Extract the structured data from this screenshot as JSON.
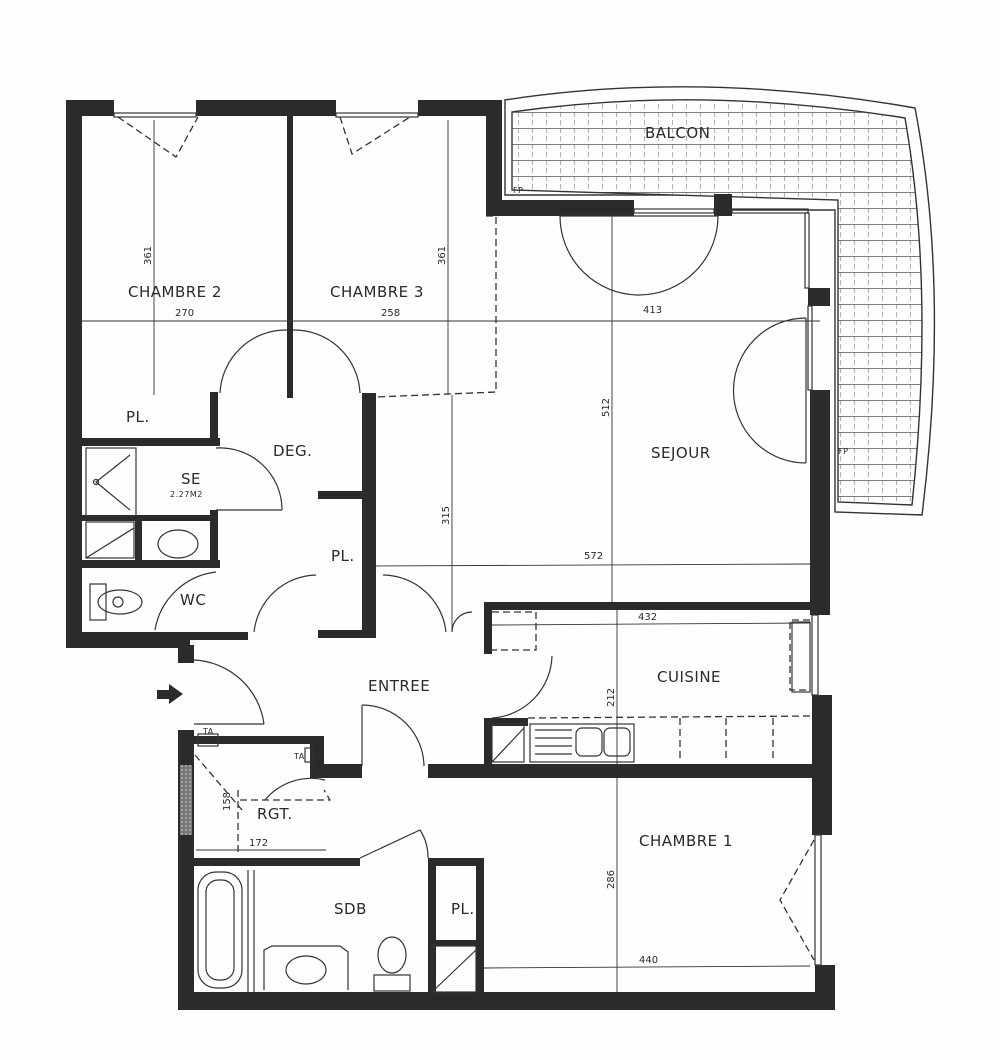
{
  "plan": {
    "wall_color": "#2b2b2b",
    "paper_color": "#fefefe",
    "rooms": [
      {
        "id": "chambre2",
        "label": "CHAMBRE 2"
      },
      {
        "id": "chambre3",
        "label": "CHAMBRE 3"
      },
      {
        "id": "balcon",
        "label": "BALCON"
      },
      {
        "id": "sejour",
        "label": "SEJOUR"
      },
      {
        "id": "deg",
        "label": "DEG."
      },
      {
        "id": "pl1",
        "label": "PL."
      },
      {
        "id": "se",
        "label": "SE",
        "area": "2.27M2"
      },
      {
        "id": "pl2",
        "label": "PL."
      },
      {
        "id": "wc",
        "label": "WC"
      },
      {
        "id": "entree",
        "label": "ENTREE"
      },
      {
        "id": "cuisine",
        "label": "CUISINE"
      },
      {
        "id": "rgt",
        "label": "RGT."
      },
      {
        "id": "sdb",
        "label": "SDB"
      },
      {
        "id": "pl3",
        "label": "PL."
      },
      {
        "id": "chambre1",
        "label": "CHAMBRE 1"
      }
    ],
    "dimensions": {
      "chambre2_height": "361",
      "chambre2_width": "270",
      "chambre3_height": "361",
      "chambre3_width": "258",
      "sejour_width_top": "413",
      "sejour_height": "512",
      "sejour_width_full": "572",
      "deg_height": "315",
      "cuisine_width": "432",
      "cuisine_height": "212",
      "rgt_height": "158",
      "rgt_width": "172",
      "chambre1_height": "286",
      "chambre1_width": "440"
    },
    "markers": {
      "ta1": "TA",
      "ta2": "TA",
      "fp1": "FP",
      "fp2": "FP",
      "entry_arrow": "entry-arrow"
    }
  }
}
